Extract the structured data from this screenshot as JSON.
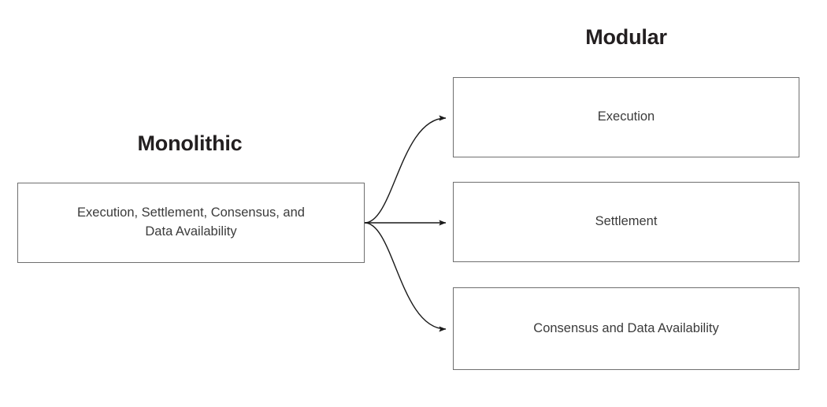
{
  "diagram": {
    "title_left": "Monolithic",
    "title_right": "Modular",
    "colors": {
      "background": "#ffffff",
      "box_border": "#6f6f6f",
      "heading_text": "#231f20",
      "body_text": "#3b3b3b",
      "connector": "#1a1a1a"
    }
  },
  "monolithic": {
    "heading": "Monolithic",
    "box": {
      "label": "Execution, Settlement, Consensus, and Data Availability",
      "line1": "Execution, Settlement, Consensus, and",
      "line2": "Data Availability"
    }
  },
  "modular": {
    "heading": "Modular",
    "boxes": [
      {
        "label": "Execution"
      },
      {
        "label": "Settlement"
      },
      {
        "label": "Consensus and Data Availability"
      }
    ]
  },
  "connectors": [
    {
      "name": "arrow-to-execution",
      "from": "monolithic",
      "to": "execution",
      "style": "curved"
    },
    {
      "name": "arrow-to-settlement",
      "from": "monolithic",
      "to": "settlement",
      "style": "straight"
    },
    {
      "name": "arrow-to-consensus-da",
      "from": "monolithic",
      "to": "consensus-and-data-availability",
      "style": "curved"
    }
  ]
}
